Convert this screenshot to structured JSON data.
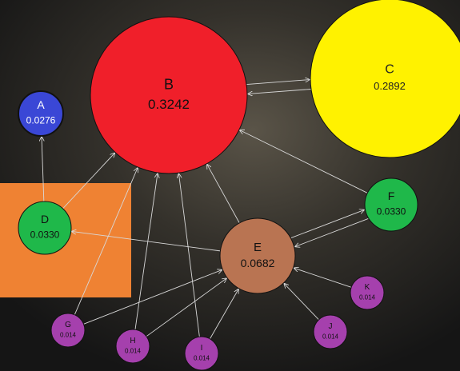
{
  "diagram": {
    "nodes": [
      {
        "id": "A",
        "name": "A",
        "value": "0.0276",
        "color": "#3a47d6"
      },
      {
        "id": "B",
        "name": "B",
        "value": "0.3242",
        "color": "#f01f2a"
      },
      {
        "id": "C",
        "name": "C",
        "value": "0.2892",
        "color": "#fff200"
      },
      {
        "id": "D",
        "name": "D",
        "value": "0.0330",
        "color": "#1fb84a"
      },
      {
        "id": "E",
        "name": "E",
        "value": "0.0682",
        "color": "#b97452"
      },
      {
        "id": "F",
        "name": "F",
        "value": "0.0330",
        "color": "#1fb84a"
      },
      {
        "id": "G",
        "name": "G",
        "value": "0.014",
        "color": "#a540ad"
      },
      {
        "id": "H",
        "name": "H",
        "value": "0.014",
        "color": "#a540ad"
      },
      {
        "id": "I",
        "name": "I",
        "value": "0.014",
        "color": "#a540ad"
      },
      {
        "id": "J",
        "name": "J",
        "value": "0.014",
        "color": "#a540ad"
      },
      {
        "id": "K",
        "name": "K",
        "value": "0.014",
        "color": "#a540ad"
      }
    ],
    "edges": [
      {
        "from": "B",
        "to": "C"
      },
      {
        "from": "C",
        "to": "B"
      },
      {
        "from": "D",
        "to": "A"
      },
      {
        "from": "D",
        "to": "B"
      },
      {
        "from": "E",
        "to": "D"
      },
      {
        "from": "E",
        "to": "B"
      },
      {
        "from": "E",
        "to": "F"
      },
      {
        "from": "F",
        "to": "E"
      },
      {
        "from": "F",
        "to": "B"
      },
      {
        "from": "G",
        "to": "B"
      },
      {
        "from": "G",
        "to": "E"
      },
      {
        "from": "H",
        "to": "B"
      },
      {
        "from": "H",
        "to": "E"
      },
      {
        "from": "I",
        "to": "B"
      },
      {
        "from": "I",
        "to": "E"
      },
      {
        "from": "J",
        "to": "E"
      },
      {
        "from": "K",
        "to": "E"
      }
    ],
    "highlight_color": "#ef8233",
    "edge_color": "#d8d8d8"
  }
}
